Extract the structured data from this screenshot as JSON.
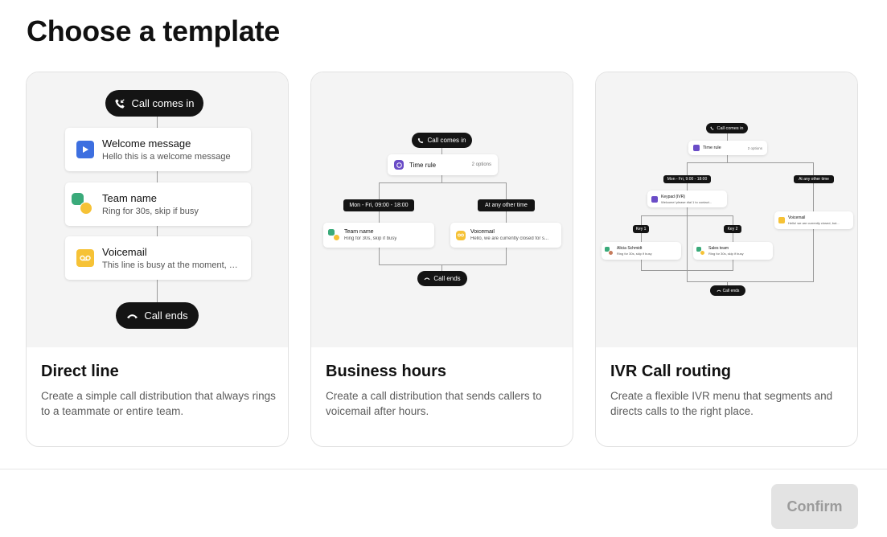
{
  "page": {
    "title": "Choose a template"
  },
  "templates": [
    {
      "title": "Direct line",
      "description": "Create a simple call distribution that always rings to a teammate or entire team.",
      "flow": {
        "start": "Call comes in",
        "steps": [
          {
            "title": "Welcome message",
            "subtitle": "Hello  this is a welcome message",
            "icon": "play-icon",
            "color": "#3d6fe0"
          },
          {
            "title": "Team name",
            "subtitle": "Ring for 30s, skip if busy",
            "icon": "team-avatars-icon"
          },
          {
            "title": "Voicemail",
            "subtitle": "This line is busy at the moment, pl...",
            "icon": "voicemail-icon",
            "color": "#f6c236"
          }
        ],
        "end": "Call ends"
      }
    },
    {
      "title": "Business hours",
      "description": "Create a call distribution that sends callers to voicemail after hours.",
      "flow": {
        "start": "Call comes in",
        "rule": {
          "title": "Time rule",
          "meta": "2 options",
          "color": "#6a4cc7"
        },
        "branches": [
          {
            "label": "Mon - Fri, 09:00 - 18:00",
            "title": "Team name",
            "subtitle": "Ring for 30s, skip if busy"
          },
          {
            "label": "At any other time",
            "title": "Voicemail",
            "subtitle": "Hello, we are currently closed for s..."
          }
        ],
        "end": "Call ends"
      }
    },
    {
      "title": "IVR Call routing",
      "description": "Create a flexible IVR menu that segments and directs calls to the right place.",
      "flow": {
        "start": "Call comes in",
        "rule": {
          "title": "Time rule",
          "meta": "2 options"
        },
        "branch_labels": [
          "Mon - Fri, 9:00 - 18:00",
          "At any other time"
        ],
        "keypad": {
          "title": "Keypad (IVR)",
          "subtitle": "Welcome! please dial 1 to contact..."
        },
        "voicemail": {
          "title": "Voicemail",
          "subtitle": "Hello! we are currently closed, but..."
        },
        "keys": [
          {
            "label": "Key 1",
            "title": "Alicia Schmidt",
            "subtitle": "Ring for 30s, skip if busy"
          },
          {
            "label": "Key 2",
            "title": "Sales team",
            "subtitle": "Ring for 30s, skip if busy"
          }
        ],
        "end": "Call ends"
      }
    }
  ],
  "footer": {
    "confirm_label": "Confirm"
  },
  "colors": {
    "accent_blue": "#3d6fe0",
    "voicemail_yellow": "#f6c236",
    "rule_purple": "#6a4cc7",
    "team_green": "#3aaa7a",
    "dark": "#141414"
  }
}
